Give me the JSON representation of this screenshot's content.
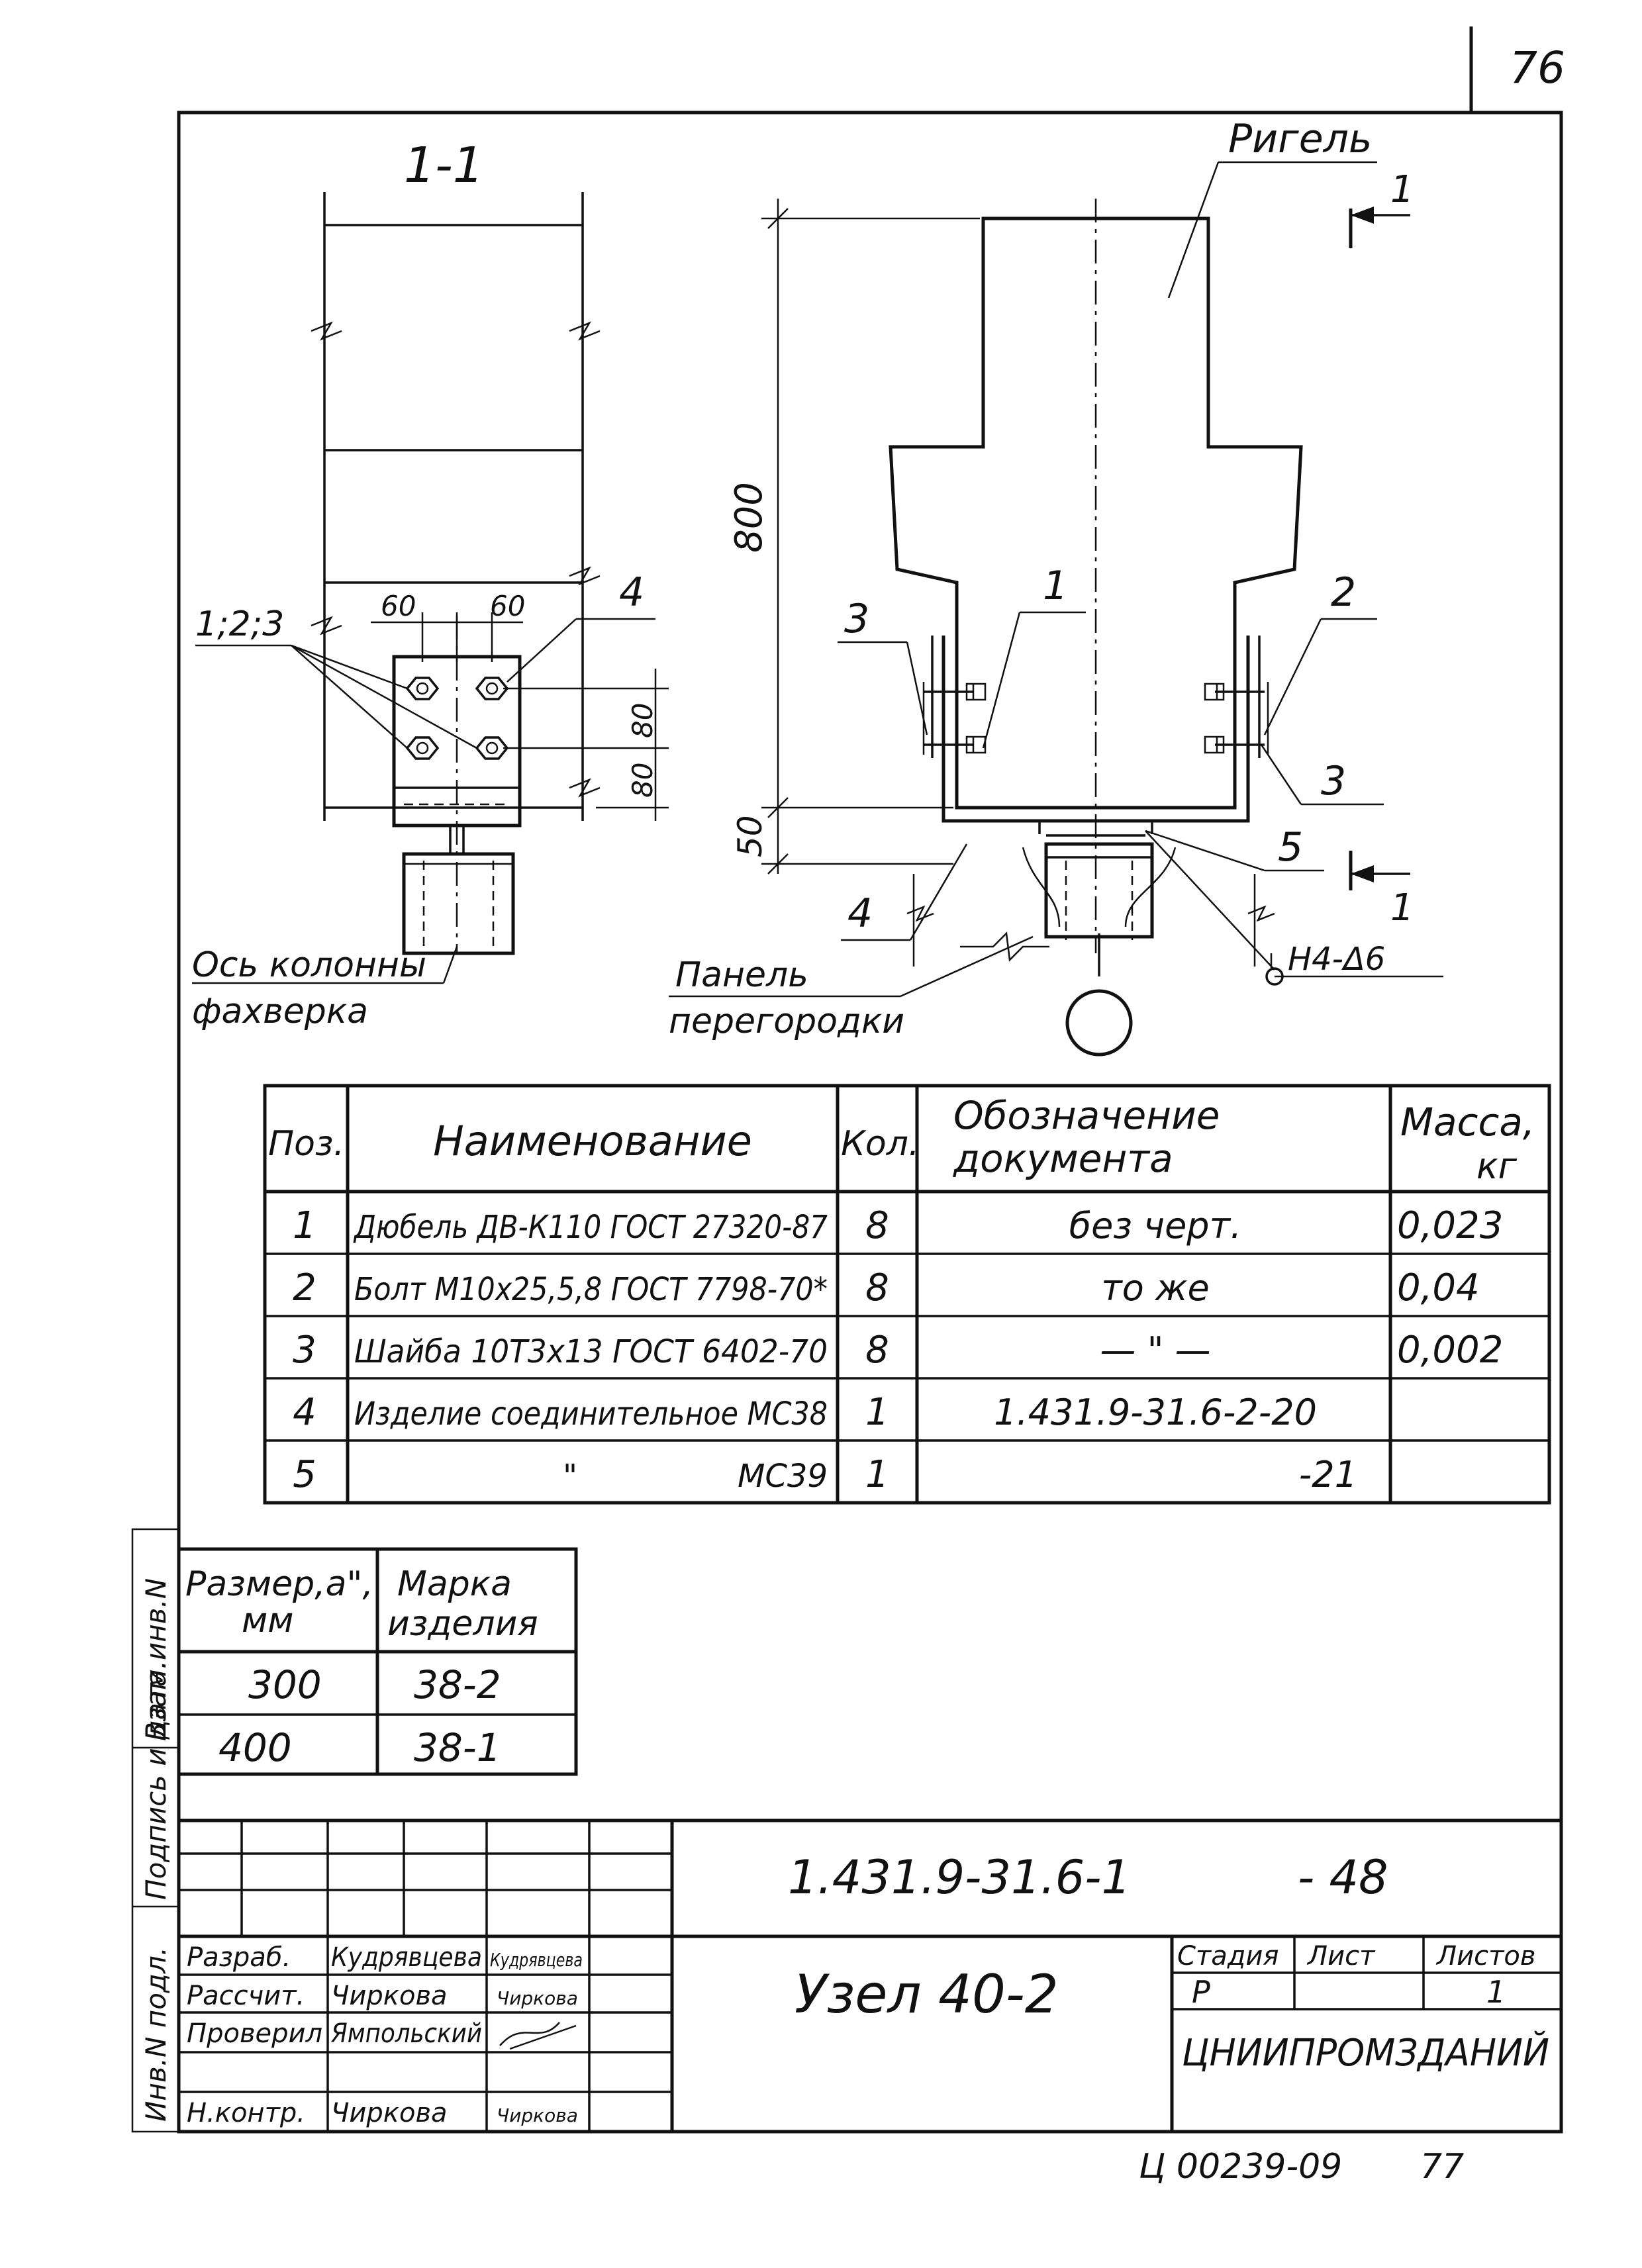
{
  "sheet_number": "76",
  "copy_ref": "Ц 00239-09",
  "copy_page": "77",
  "drawing": {
    "section_label": "1-1",
    "rigel_label": "Ригель",
    "cut_mark": "1",
    "dim_800": "800",
    "dim_50": "50",
    "dim_60a": "60",
    "dim_60b": "60",
    "dim_80a": "80",
    "dim_80b": "80",
    "pos_123": "1;2;3",
    "pos_1": "1",
    "pos_2": "2",
    "pos_3a": "3",
    "pos_3b": "3",
    "pos_4a": "4",
    "pos_4b": "4",
    "pos_5": "5",
    "weld_label": "Н4-Δ6",
    "column_axis_line1": "Ось колонны",
    "column_axis_line2": "фахверка",
    "panel_line1": "Панель",
    "panel_line2": "перегородки"
  },
  "spec_table": {
    "headers": {
      "pos": "Поз.",
      "name": "Наименование",
      "qty": "Кол.",
      "doc_line1": "Обозначение",
      "doc_line2": "документа",
      "mass_line1": "Масса,",
      "mass_line2": "кг"
    },
    "rows": [
      {
        "pos": "1",
        "name": "Дюбель ДВ-К110 ГОСТ 27320-87",
        "qty": "8",
        "doc": "без черт.",
        "mass": "0,023"
      },
      {
        "pos": "2",
        "name": "Болт М10х25,5,8 ГОСТ 7798-70*",
        "qty": "8",
        "doc": "то же",
        "mass": "0,04"
      },
      {
        "pos": "3",
        "name": "Шайба 10Т3х13 ГОСТ 6402-70",
        "qty": "8",
        "doc": "— \" —",
        "mass": "0,002"
      },
      {
        "pos": "4",
        "name": "Изделие соединительное МС38",
        "qty": "1",
        "doc": "1.431.9-31.6-2-20",
        "mass": ""
      },
      {
        "pos": "5",
        "name": "\"",
        "name_right": "МС39",
        "qty": "1",
        "doc": "-21",
        "mass": ""
      }
    ]
  },
  "size_table": {
    "headers": {
      "size_line1": "Размер,а\",",
      "size_line2": "мм",
      "mark_line1": "Марка",
      "mark_line2": "изделия"
    },
    "rows": [
      {
        "size": "300",
        "mark": "38-2"
      },
      {
        "size": "400",
        "mark": "38-1"
      }
    ]
  },
  "title_block": {
    "code": "1.431.9-31.6-1",
    "code_suffix": "- 48",
    "title": "Узел 40-2",
    "stage_label": "Стадия",
    "sheet_label": "Лист",
    "sheets_label": "Листов",
    "stage": "Р",
    "sheets": "1",
    "org": "ЦНИИПРОМЗДАНИЙ",
    "people": [
      {
        "role": "Разраб.",
        "name": "Кудрявцева",
        "sign": "Кудрявцева"
      },
      {
        "role": "Рассчит.",
        "name": "Чиркова",
        "sign": "Чиркова"
      },
      {
        "role": "Проверил",
        "name": "Ямпольский",
        "sign": ""
      },
      {
        "role": "",
        "name": "",
        "sign": ""
      },
      {
        "role": "Н.контр.",
        "name": "Чиркова",
        "sign": "Чиркова"
      }
    ]
  },
  "side_stamp": {
    "inv_podl": "Инв.N подл.",
    "podp_data": "Подпись и дата",
    "vzam_inv": "Взам.инв.N"
  }
}
